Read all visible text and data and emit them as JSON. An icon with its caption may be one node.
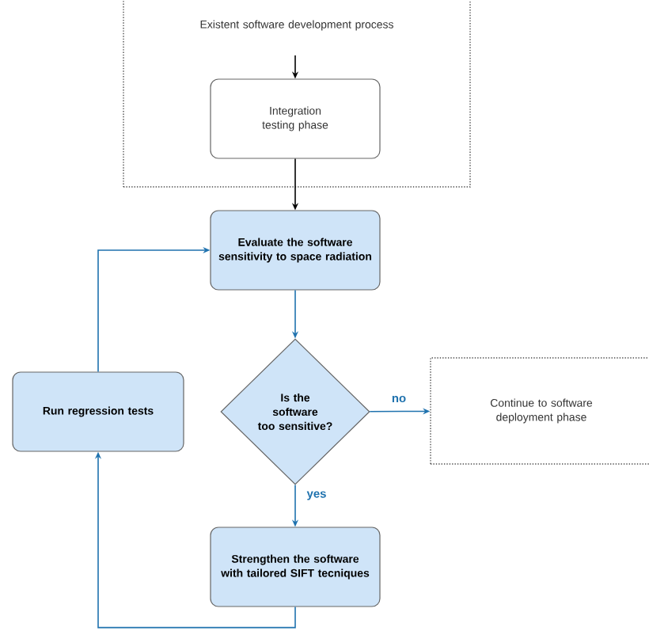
{
  "diagram": {
    "nodes": [
      {
        "text": [
          "Existent software development process"
        ]
      },
      {
        "text": [
          "Integration testing phase"
        ],
        "in": 0
      },
      {
        "text": [
          "Evaluate the software sensitivity to space radiation"
        ]
      },
      {
        "text": [
          "Is the software too sensitive?"
        ]
      },
      {
        "text": [
          "Continue to software deployment phase"
        ]
      },
      {
        "text": [
          "Run regression tests"
        ]
      },
      {
        "text": [
          "Strengthen the software with tailored SIFT tecniques"
        ]
      }
    ],
    "edges": [
      {
        "from": null,
        "to": 1,
        "arrow": "to",
        "color": "#000000"
      },
      {
        "from": 1,
        "to": 2,
        "arrow": "to",
        "color": "#000000"
      },
      {
        "from": 2,
        "to": 3,
        "arrow": "to"
      },
      {
        "from": 3,
        "to": 4,
        "arrow": "to",
        "label": "no"
      },
      {
        "from": 3,
        "to": 6,
        "arrow": "to",
        "label": "yes"
      },
      {
        "from": 6,
        "to": 5,
        "arrow": "to"
      },
      {
        "from": 5,
        "to": 2,
        "arrow": "to"
      }
    ]
  }
}
